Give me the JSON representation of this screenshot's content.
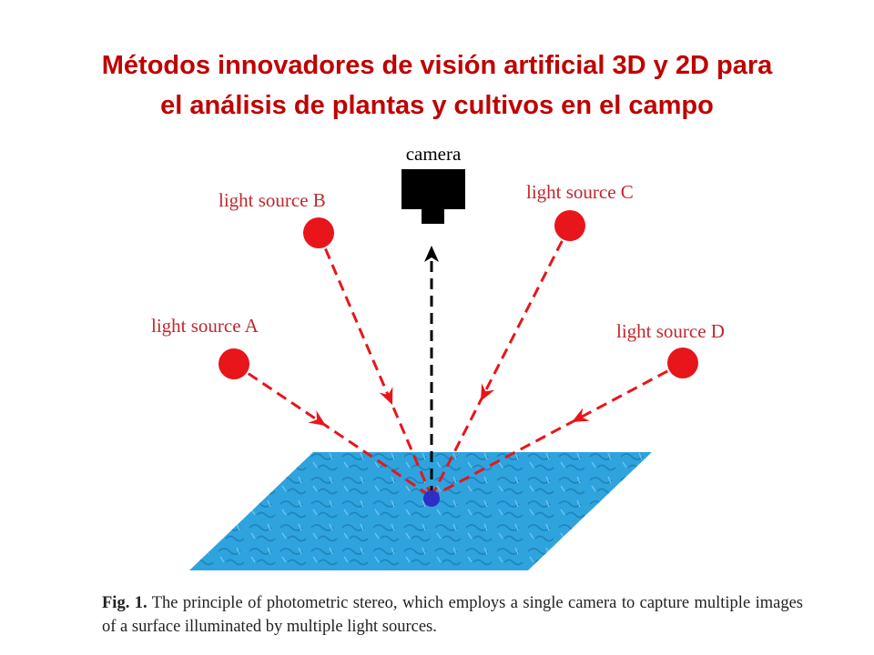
{
  "title": {
    "line1": "Métodos innovadores de visión artificial 3D y 2D para",
    "line2": "el análisis de plantas y cultivos en el campo"
  },
  "diagram": {
    "camera_label": "camera",
    "light_sources": [
      {
        "id": "A",
        "label": "light source A"
      },
      {
        "id": "B",
        "label": "light source B"
      },
      {
        "id": "C",
        "label": "light source C"
      },
      {
        "id": "D",
        "label": "light source D"
      }
    ],
    "colors": {
      "light": "#e8151b",
      "label": "#c0272d",
      "camera": "#000000",
      "surface": "#2fa3dd",
      "surface_texture": "#1c7eb8",
      "point": "#2b2fc4"
    }
  },
  "caption": {
    "fig_label": "Fig. 1.",
    "text": " The principle of photometric stereo, which employs a single camera to capture multiple images of a surface illuminated by multiple light sources."
  }
}
